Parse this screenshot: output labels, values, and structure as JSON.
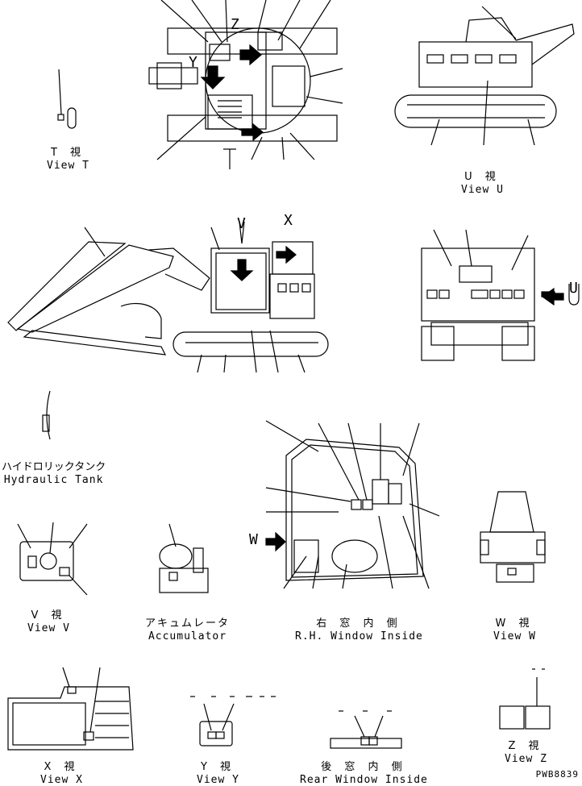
{
  "labels": {
    "view_t": {
      "jp": "T 視",
      "en": "View T"
    },
    "view_u": {
      "jp": "U 視",
      "en": "View U"
    },
    "hydraulic_tank": {
      "jp": "ハイドロリックタンク",
      "en": "Hydraulic Tank"
    },
    "view_v": {
      "jp": "V 視",
      "en": "View V"
    },
    "accumulator": {
      "jp": "アキュムレータ",
      "en": "Accumulator"
    },
    "rh_window": {
      "jp": "右 窓 内 側",
      "en": "R.H. Window Inside"
    },
    "view_w": {
      "jp": "W 視",
      "en": "View W"
    },
    "view_x": {
      "jp": "X 視",
      "en": "View X"
    },
    "view_y": {
      "jp": "Y 視",
      "en": "View Y"
    },
    "rear_window": {
      "jp": "後 窓 内 側",
      "en": "Rear Window Inside"
    },
    "view_z": {
      "jp": "Z 視",
      "en": "View Z"
    }
  },
  "callouts": {
    "t": "T",
    "u": "U",
    "v": "V",
    "w": "W",
    "x": "X",
    "y": "Y",
    "z": "Z"
  },
  "part_number": "PWB8839"
}
